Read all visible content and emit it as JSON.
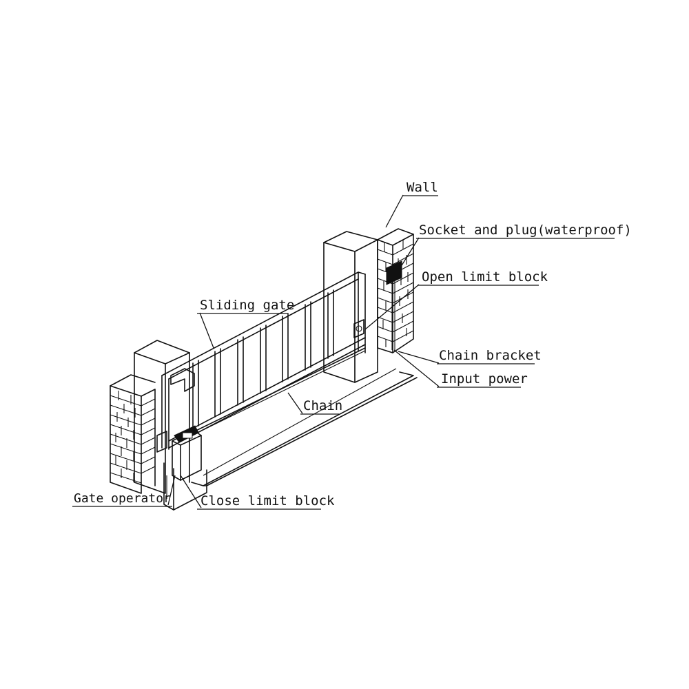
{
  "diagram": {
    "labels": {
      "wall": "Wall",
      "socket_plug": "Socket and plug(waterproof)",
      "open_limit_block": "Open limit block",
      "sliding_gate": "Sliding gate",
      "chain_bracket": "Chain bracket",
      "input_power": "Input power",
      "chain": "Chain",
      "gate_operator": "Gate operator",
      "close_limit_block": "Close limit block"
    }
  }
}
